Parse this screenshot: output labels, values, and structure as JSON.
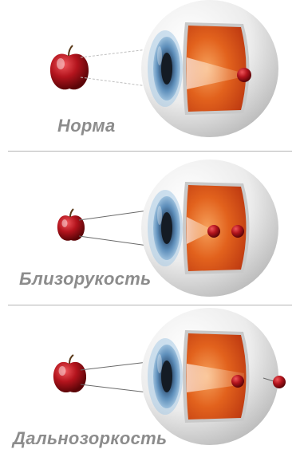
{
  "panels": [
    {
      "label": "Норма"
    },
    {
      "label": "Близорукость"
    },
    {
      "label": "Дальнозоркость"
    }
  ],
  "colors": {
    "apple": "#b3141d",
    "iris": "#4f7da6",
    "retina": "#d9531a",
    "sclera": "#e8e8e8",
    "caption": "#8c8c8c",
    "divider": "#b5b5b5"
  }
}
